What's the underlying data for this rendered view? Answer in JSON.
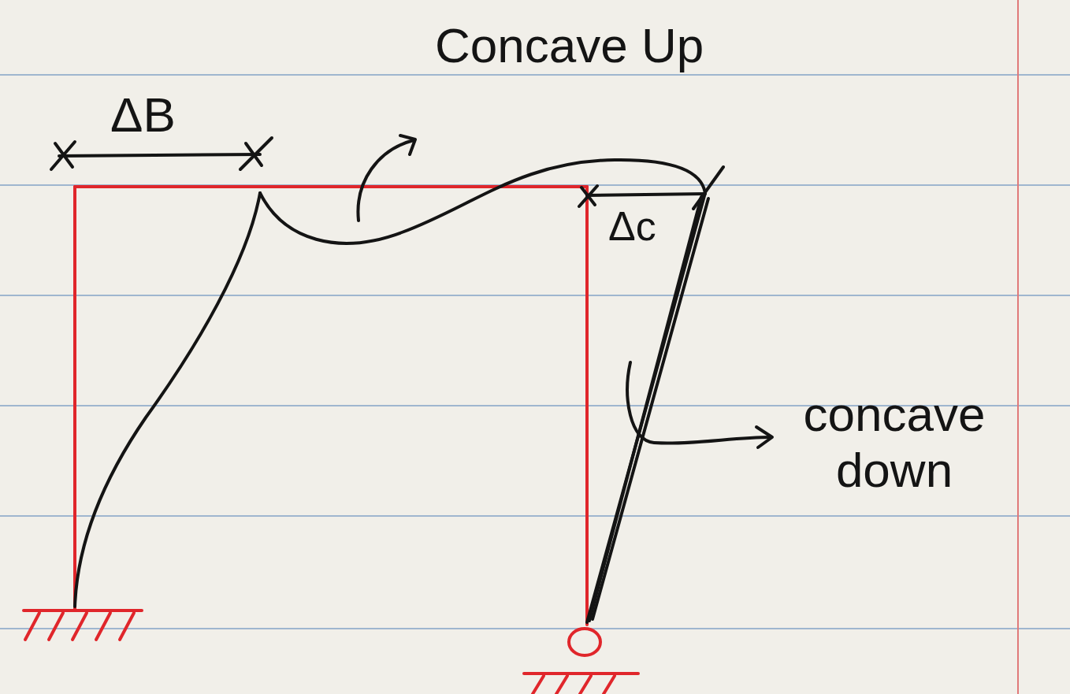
{
  "diagram": {
    "labels": [
      "ΔB",
      "Concave Up",
      "Δc",
      "concave down"
    ]
  }
}
